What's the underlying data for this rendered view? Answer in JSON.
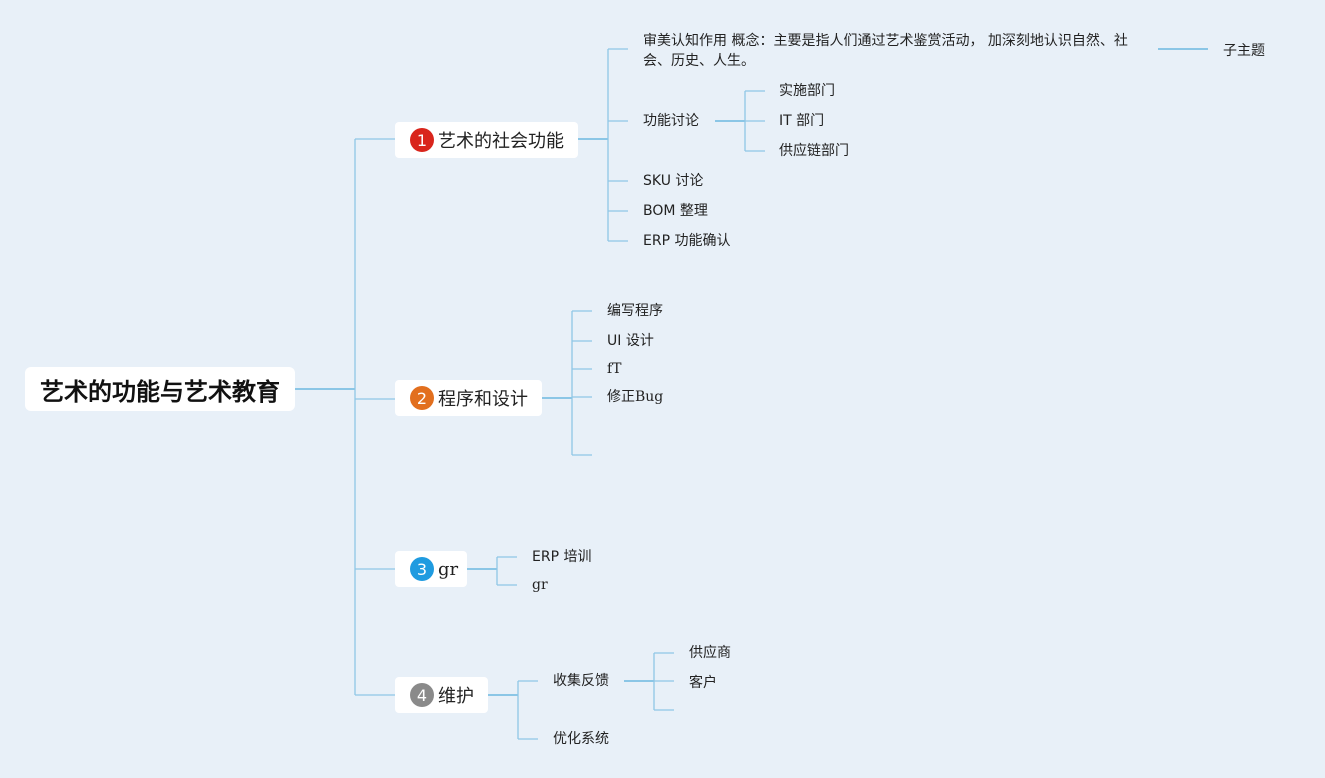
{
  "root": {
    "label": "艺术的功能与艺术教育"
  },
  "colors": {
    "background": "#e8f0f8",
    "line": "#8fc7e6",
    "badge1": "#d9251c",
    "badge2": "#e26f1e",
    "badge3": "#1f9be0",
    "badge4": "#8a8a8a"
  },
  "branches": [
    {
      "num": "1",
      "label": "艺术的社会功能",
      "children": [
        {
          "label": "审美认知作用 概念：主要是指人们通过艺术鉴赏活动， 加深刻地认识自然、社会、历史、人生。",
          "children": [
            {
              "label": "子主题"
            }
          ]
        },
        {
          "label": "功能讨论",
          "children": [
            {
              "label": "实施部门"
            },
            {
              "label": "IT 部门"
            },
            {
              "label": "供应链部门"
            }
          ]
        },
        {
          "label": "SKU 讨论"
        },
        {
          "label": "BOM 整理"
        },
        {
          "label": "ERP 功能确认"
        }
      ]
    },
    {
      "num": "2",
      "label": "程序和设计",
      "children": [
        {
          "label": "编写程序"
        },
        {
          "label": "UI 设计"
        },
        {
          "label": "fT"
        },
        {
          "label": "修正Bug"
        },
        {
          "label": ""
        }
      ]
    },
    {
      "num": "3",
      "label": "gr",
      "children": [
        {
          "label": "ERP 培训"
        },
        {
          "label": "gr"
        }
      ]
    },
    {
      "num": "4",
      "label": "维护",
      "children": [
        {
          "label": "收集反馈",
          "children": [
            {
              "label": "供应商"
            },
            {
              "label": "客户"
            },
            {
              "label": ""
            }
          ]
        },
        {
          "label": "优化系统"
        }
      ]
    }
  ]
}
